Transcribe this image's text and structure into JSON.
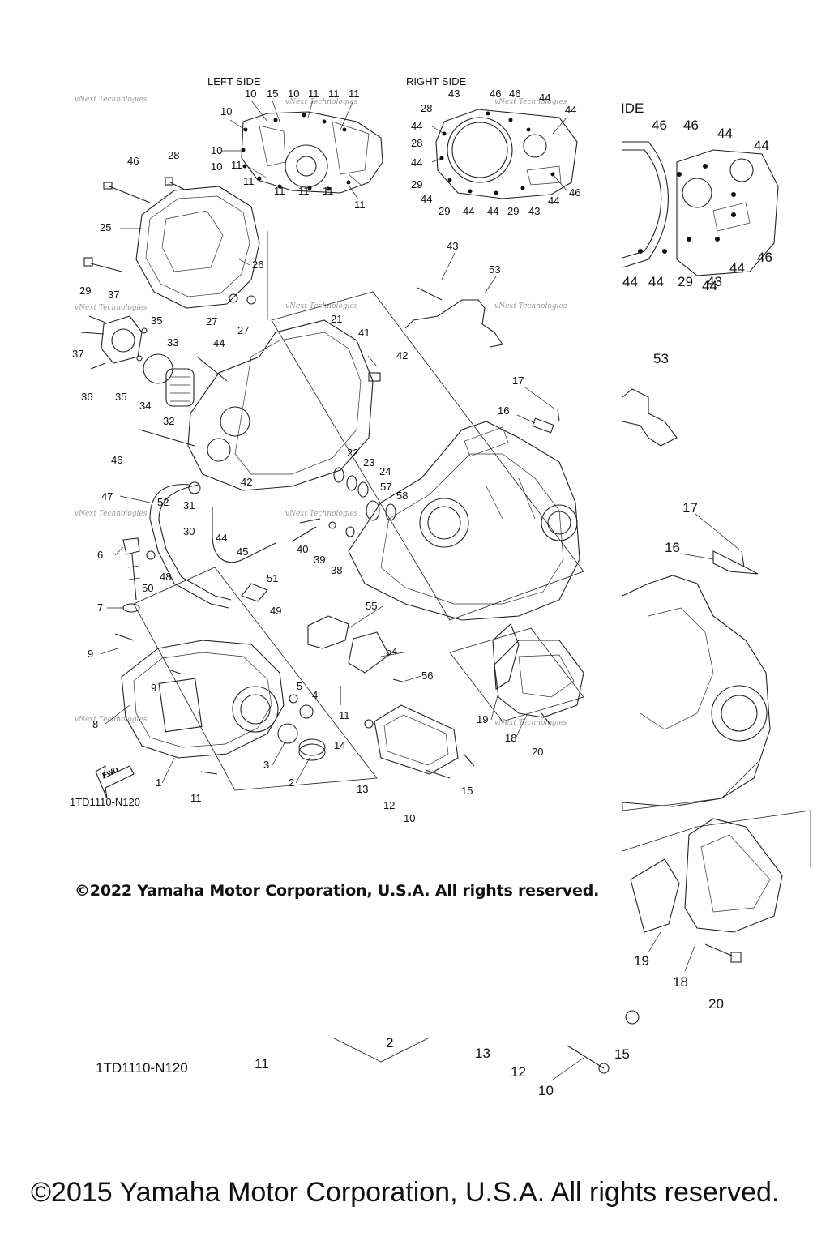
{
  "headings": {
    "left_side": "LEFT SIDE",
    "right_side": "RIGHT SIDE",
    "side_fragment": "IDE"
  },
  "fwd_label": "FWD",
  "diagram_code": "1TD1110-N120",
  "diagram_code_zoomed": "1TD1110-N120",
  "copyright_2022": "©2022 Yamaha Motor Corporation, U.S.A. All rights reserved.",
  "copyright_2015": "©2015 Yamaha Motor Corporation, U.S.A. All rights reserved.",
  "watermark": "vNext Technologies",
  "left_side_callouts": [
    "10",
    "15",
    "10",
    "11",
    "11",
    "11",
    "10",
    "10",
    "10",
    "11",
    "11",
    "11",
    "11",
    "11",
    "11"
  ],
  "right_side_callouts": [
    "43",
    "46",
    "46",
    "44",
    "28",
    "44",
    "28",
    "44",
    "29",
    "44",
    "29",
    "44",
    "44",
    "29",
    "43",
    "44",
    "46",
    "44"
  ],
  "main_callouts": [
    "46",
    "28",
    "25",
    "26",
    "29",
    "27",
    "27",
    "37",
    "35",
    "33",
    "37",
    "36",
    "35",
    "34",
    "32",
    "44",
    "21",
    "41",
    "42",
    "43",
    "53",
    "17",
    "16",
    "46",
    "22",
    "23",
    "24",
    "57",
    "58",
    "42",
    "47",
    "52",
    "31",
    "30",
    "44",
    "45",
    "40",
    "39",
    "38",
    "6",
    "50",
    "48",
    "7",
    "51",
    "49",
    "9",
    "9",
    "8",
    "55",
    "54",
    "56",
    "5",
    "4",
    "11",
    "3",
    "2",
    "14",
    "1",
    "11",
    "13",
    "12",
    "15",
    "10",
    "19",
    "18",
    "20"
  ],
  "zoom_callouts": [
    "46",
    "46",
    "44",
    "44",
    "44",
    "46",
    "44",
    "44",
    "29",
    "43",
    "44",
    "53",
    "17",
    "16",
    "19",
    "18",
    "20",
    "11",
    "2",
    "13",
    "12",
    "15",
    "10"
  ]
}
